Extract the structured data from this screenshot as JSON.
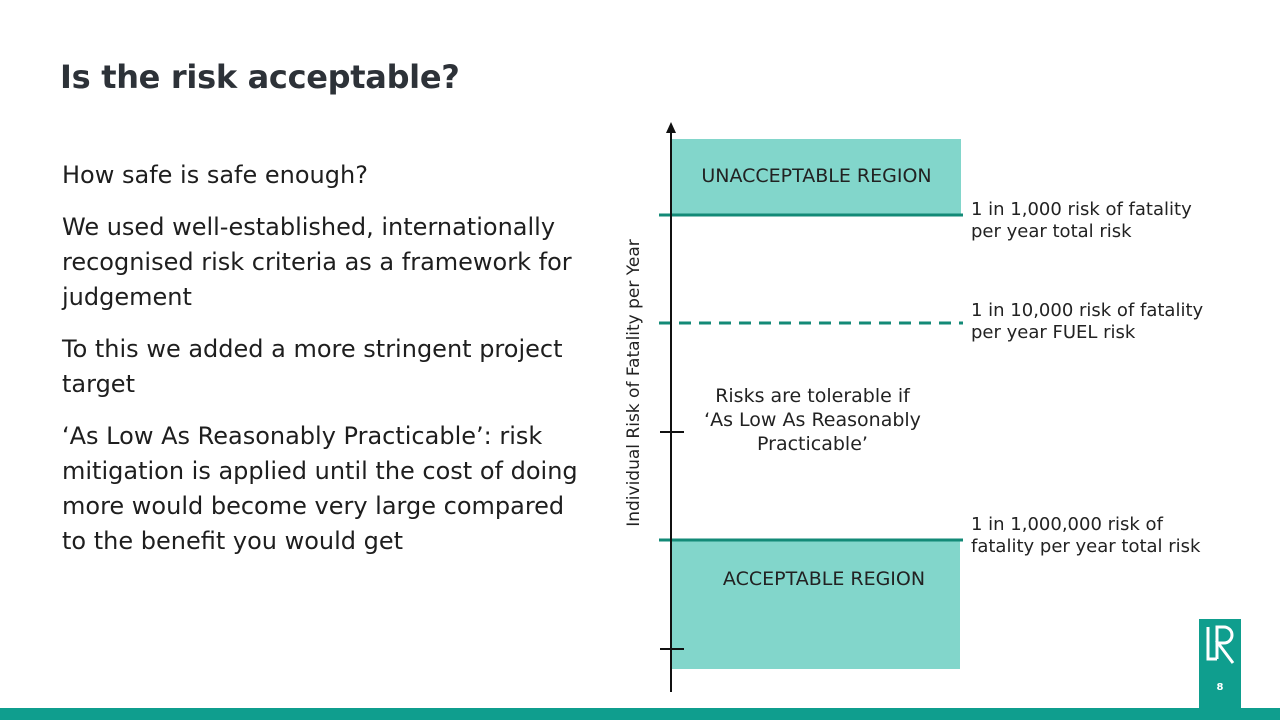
{
  "slide": {
    "title": "Is the risk acceptable?",
    "page_number": "8",
    "logo_text": "LR"
  },
  "bullets": [
    "How safe is safe enough?",
    "We used well-established, internationally recognised risk criteria as a framework for judgement",
    "To this we added a more stringent project target",
    "‘As Low As Reasonably Practicable’: risk mitigation is applied until the cost of doing more would become very large compared to the benefit you would get"
  ],
  "diagram": {
    "y_axis_label": "Individual Risk of Fatality per Year",
    "unacceptable_region": "UNACCEPTABLE REGION",
    "acceptable_region": "ACCEPTABLE REGION",
    "tolerable_text": "Risks are tolerable if\n‘As Low As Reasonably\nPracticable’",
    "thresholds": {
      "upper": "1 in 1,000 risk of fatality\nper year total risk",
      "fuel": "1 in 10,000 risk of fatality\nper year FUEL risk",
      "lower": "1 in 1,000,000 risk of\nfatality per year total risk"
    },
    "colors": {
      "region_fill": "#82d6cb",
      "line": "#138a77",
      "brand": "#0f9e8e"
    }
  }
}
